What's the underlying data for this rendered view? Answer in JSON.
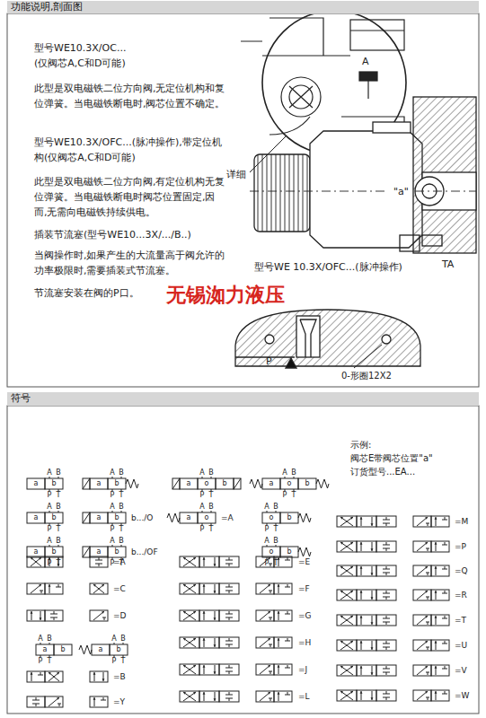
{
  "diagram": {
    "nodes": [
      {
        "text": [
          "功能说明,剖面图"
        ]
      },
      {
        "text": [
          "符号"
        ]
      }
    ],
    "labels": [
      "型号WE10.3X/OC...",
      "(仅阀芯A,C和D可能)",
      "此型是双电磁铁二位方向阀,无定位机构和复位弹簧。当电磁铁断电时,阀芯位置不确定。",
      "型号WE10.3X/OFC...(脉冲操作),带定位机构(仅阀芯A,C和D可能)",
      "此型是双电磁铁二位方向阀,有定位机构无复位弹簧。当电磁铁断电时阀芯位置固定,因而,无需向电磁铁持续供电。",
      "插装节流塞(型号WE10...3X/.../B..)",
      "当阀操作时,如果产生的大流量高于阀允许的功率极限时,需要插装式节流塞。",
      "节流塞安装在阀的P口。",
      "A",
      "详细",
      "\"a\"",
      "TA",
      "型号WE 10.3X/OFC...(脉冲操作)",
      "无锡洳力液压",
      "P",
      "0-形圈12X2",
      "示例:",
      "阀芯E带阀芯位置\"a\"",
      "订货型号...EA...",
      "=A",
      "=C",
      "=D",
      "=B",
      "=Y",
      "=E",
      "=F",
      "=G",
      "=H",
      "=J",
      "=L",
      "=M",
      "=P",
      "=Q",
      "=R",
      "=T",
      "=U",
      "=V",
      "=W",
      "b.../O",
      "b.../OF",
      "=A",
      "A",
      "B",
      "a",
      "b",
      "P",
      "T",
      "A",
      "B",
      "a",
      "b",
      "P",
      "T",
      "A",
      "B",
      "a",
      "o",
      "b",
      "P",
      "T",
      "A",
      "B",
      "a",
      "o",
      "b",
      "P",
      "T",
      "A",
      "B",
      "a",
      "b",
      "P",
      "T",
      "A",
      "B",
      "a",
      "b",
      "P",
      "T",
      "A",
      "B",
      "a",
      "o",
      "P",
      "T",
      "A",
      "B",
      "o",
      "b",
      "P",
      "T",
      "A",
      "B",
      "a",
      "b",
      "P",
      "T",
      "A",
      "B",
      "a",
      "b",
      "P",
      "T",
      "A",
      "B",
      "o",
      "b",
      "P",
      "T",
      "A",
      "B",
      "a",
      "b",
      "P",
      "T",
      "A",
      "B",
      "a",
      "b",
      "P",
      "T"
    ]
  }
}
